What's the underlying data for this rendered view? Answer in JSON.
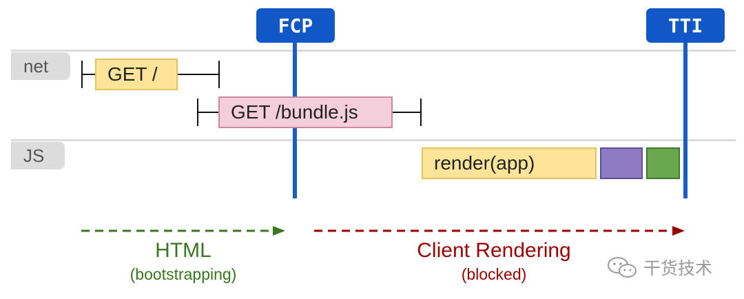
{
  "lanes": {
    "net": "net",
    "js": "JS"
  },
  "markers": {
    "fcp": "FCP",
    "tti": "TTI"
  },
  "requests": {
    "get_root": "GET /",
    "get_bundle": "GET /bundle.js"
  },
  "js_tasks": {
    "render": "render(app)"
  },
  "phases": {
    "html": {
      "title": "HTML",
      "subtitle": "(bootstrapping)"
    },
    "client": {
      "title": "Client Rendering",
      "subtitle": "(blocked)"
    }
  },
  "watermark": {
    "text": "干货技术"
  },
  "colors": {
    "marker_blue": "#1157c8",
    "get_fill": "#fde499",
    "get_border": "#e3c45c",
    "bundle_fill": "#f4cfdb",
    "bundle_border": "#c98aa0",
    "purple_task": "#8e7cc3",
    "green_task": "#6aa84f",
    "html_phase": "#38761d",
    "client_phase": "#990000"
  }
}
